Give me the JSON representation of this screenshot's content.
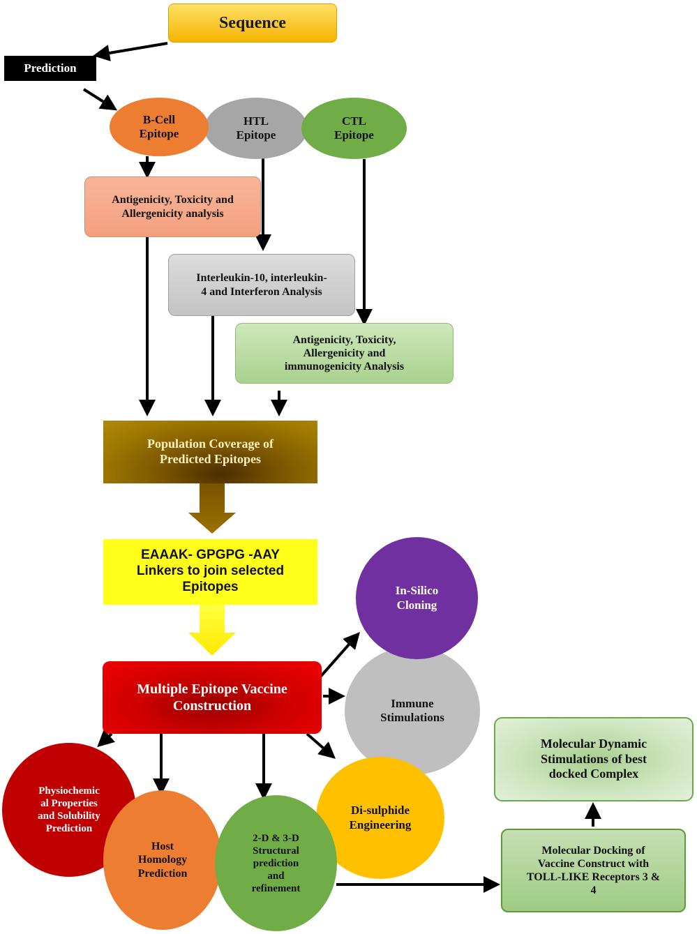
{
  "colors": {
    "sequence": "#f5b400",
    "bcell": "#ed7d31",
    "htl": "#a6a6a6",
    "ctl": "#70ad47",
    "popcov": "#9c6b00",
    "linkers": "#ffff00",
    "vaccine": "#e00000",
    "insilico": "#7030a0",
    "immune": "#bfbfbf",
    "disulphide": "#ffc000",
    "physio": "#c00000",
    "host": "#ed7d31",
    "structural": "#70ad47",
    "docking": "#a9d18e",
    "md": "#c5e0b4"
  },
  "nodes": {
    "sequence": "Sequence",
    "prediction": "Prediction",
    "bcell": "B-Cell\nEpitope",
    "htl": "HTL\nEpitope",
    "ctl": "CTL\nEpitope",
    "bcell_analysis": "Antigenicity, Toxicity and\nAllergenicity analysis",
    "htl_analysis": "Interleukin-10, interleukin-\n4 and Interferon Analysis",
    "ctl_analysis": "Antigenicity, Toxicity,\nAllergenicity and\nimmunogenicity Analysis",
    "population": "Population Coverage of\nPredicted Epitopes",
    "linkers": "EAAAK- GPGPG -AAY\nLinkers to join selected\nEpitopes",
    "vaccine": "Multiple Epitope Vaccine\nConstruction",
    "insilico": "In-Silico\nCloning",
    "immune": "Immune\nStimulations",
    "disulphide": "Di-sulphide\nEngineering",
    "physio": "Physiochemic\nal Properties\nand Solubility\nPrediction",
    "host": "Host\nHomology\nPrediction",
    "structural": "2-D & 3-D\nStructural\nprediction\nand\nrefinement",
    "docking": "Molecular Docking of\nVaccine Construct with\nTOLL-LIKE Receptors 3 &\n4",
    "md": "Molecular Dynamic\nStimulations of best\ndocked Complex"
  }
}
